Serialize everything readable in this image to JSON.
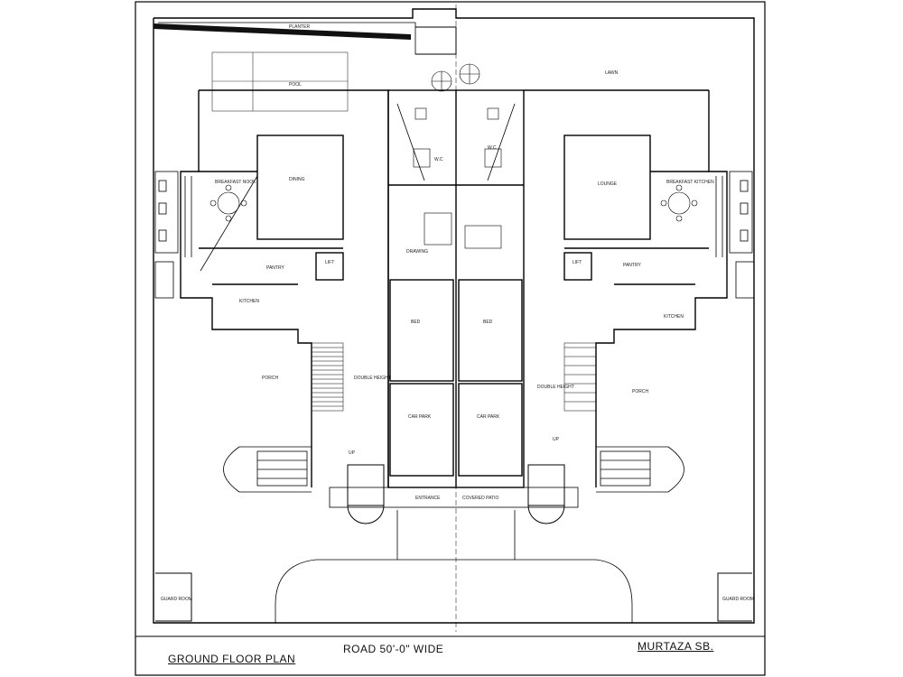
{
  "drawing": {
    "title": "GROUND FLOOR PLAN",
    "road_label": "ROAD 50'-0\" WIDE",
    "owner": "MURTAZA SB."
  },
  "rooms": {
    "left": {
      "planter": "PLANTER",
      "pool": "POOL",
      "dining": "DINING",
      "breakfast": "BREAKFAST NOOK",
      "lift": "LIFT",
      "pantry": "PANTRY",
      "kitchen": "KITCHEN",
      "porch": "PORCH",
      "double_height": "DOUBLE HEIGHT"
    },
    "center": {
      "lawn": "LAWN",
      "wc_left": "W.C",
      "wc_right": "W.C",
      "drawing": "DRAWING",
      "bed_left": "BED",
      "bed_right": "BED",
      "car_left": "CAR PARK",
      "car_right": "CAR PARK",
      "entrance": "ENTRANCE",
      "covered": "COVERED PATIO"
    },
    "right": {
      "lounge": "LOUNGE",
      "breakfast_kitchen": "BREAKFAST KITCHEN",
      "lift": "LIFT",
      "pantry": "PANTRY",
      "kitchen": "KITCHEN",
      "porch": "PORCH",
      "double_height": "DOUBLE HEIGHT"
    },
    "misc": {
      "guard": "GUARD ROOM",
      "up": "UP"
    }
  }
}
